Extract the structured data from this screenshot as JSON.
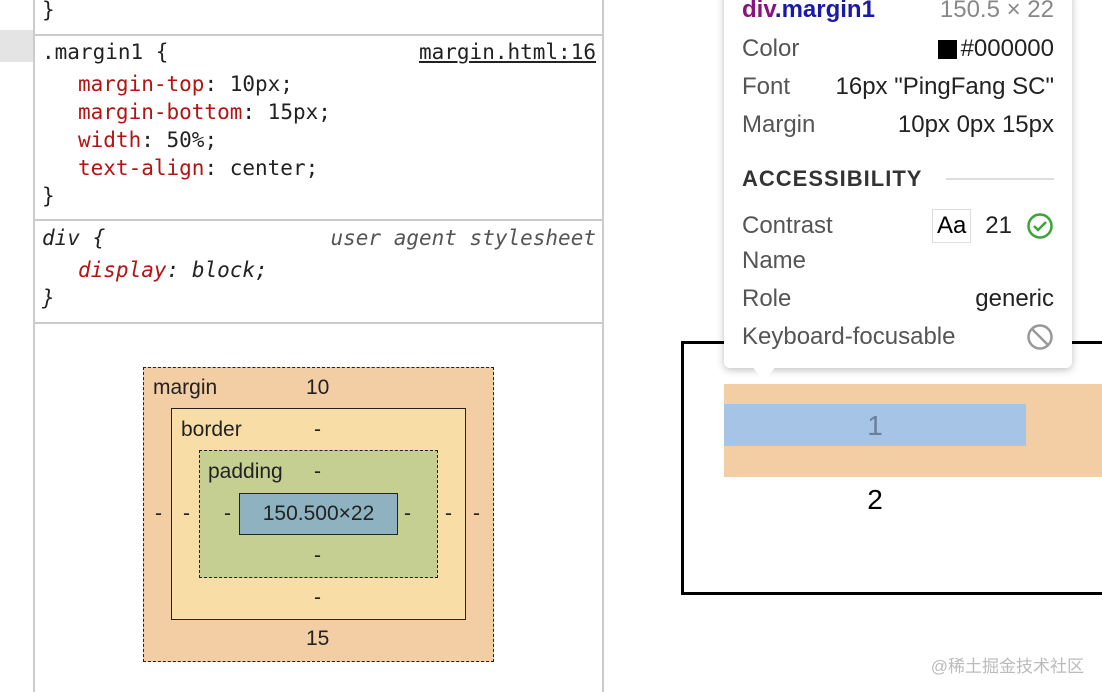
{
  "styles": {
    "prev_close": "}",
    "rule1": {
      "selector": ".margin1 {",
      "source": "margin.html:16",
      "decls": [
        {
          "prop": "margin-top",
          "val": "10px;"
        },
        {
          "prop": "margin-bottom",
          "val": "15px;"
        },
        {
          "prop": "width",
          "val": "50%;"
        },
        {
          "prop": "text-align",
          "val": "center;"
        }
      ],
      "close": "}"
    },
    "rule2": {
      "selector": "div {",
      "source": "user agent stylesheet",
      "decls": [
        {
          "prop": "display",
          "val": "block;"
        }
      ],
      "close": "}"
    }
  },
  "box_model": {
    "margin_label": "margin",
    "margin_top": "10",
    "margin_bottom": "15",
    "margin_left": "-",
    "margin_right": "-",
    "border_label": "border",
    "border_top": "-",
    "border_bottom": "-",
    "border_left": "-",
    "border_right": "-",
    "padding_label": "padding",
    "padding_top": "-",
    "padding_bottom": "-",
    "padding_left": "-",
    "padding_right": "-",
    "content": "150.500×22"
  },
  "tooltip": {
    "tag": "div",
    "class": ".margin1",
    "size": "150.5 × 22",
    "color_label": "Color",
    "color_value": "#000000",
    "font_label": "Font",
    "font_value": "16px \"PingFang SC\"",
    "margin_label": "Margin",
    "margin_value": "10px 0px 15px",
    "section": "ACCESSIBILITY",
    "contrast_label": "Contrast",
    "contrast_sample": "Aa",
    "contrast_value": "21",
    "name_label": "Name",
    "role_label": "Role",
    "role_value": "generic",
    "focus_label": "Keyboard-focusable"
  },
  "page": {
    "item1": "1",
    "item2": "2"
  },
  "watermark": "@稀土掘金技术社区"
}
